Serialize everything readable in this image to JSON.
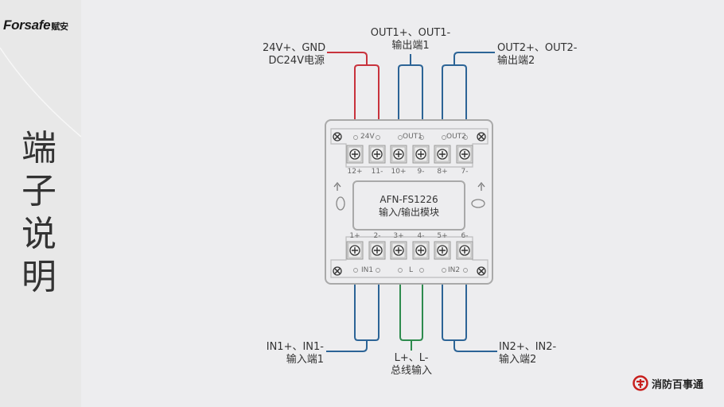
{
  "brand": {
    "name": "Forsafe",
    "name_cn": "赋安"
  },
  "page_title_chars": [
    "端",
    "子",
    "说",
    "明"
  ],
  "colors": {
    "power_wire": "#c8323c",
    "output_wire": "#2c6496",
    "input_wire": "#2c6496",
    "bus_wire": "#2e8b4e",
    "module_border": "#a9a9a9",
    "text": "#333333"
  },
  "labels": {
    "power": {
      "line1": "24V+、GND",
      "line2": "DC24V电源"
    },
    "out1": {
      "line1": "OUT1+、OUT1-",
      "line2": "输出端1"
    },
    "out2": {
      "line1": "OUT2+、OUT2-",
      "line2": "输出端2"
    },
    "in1": {
      "line1": "IN1+、IN1-",
      "line2": "输入端1"
    },
    "bus": {
      "line1": "L+、L-",
      "line2": "总线输入"
    },
    "in2": {
      "line1": "IN2+、IN2-",
      "line2": "输入端2"
    }
  },
  "module": {
    "model": "AFN-FS1226",
    "description": "输入/输出模块",
    "top_groups": [
      "24V",
      "OUT1",
      "OUT2"
    ],
    "top_terminals": [
      "12+",
      "11-",
      "10+",
      "9-",
      "8+",
      "7-"
    ],
    "bottom_terminals": [
      "1+",
      "2-",
      "3+",
      "4-",
      "5+",
      "6-"
    ],
    "bottom_groups": [
      "IN1",
      "L",
      "IN2"
    ]
  },
  "footer": {
    "logo_text": "消防百事通"
  }
}
